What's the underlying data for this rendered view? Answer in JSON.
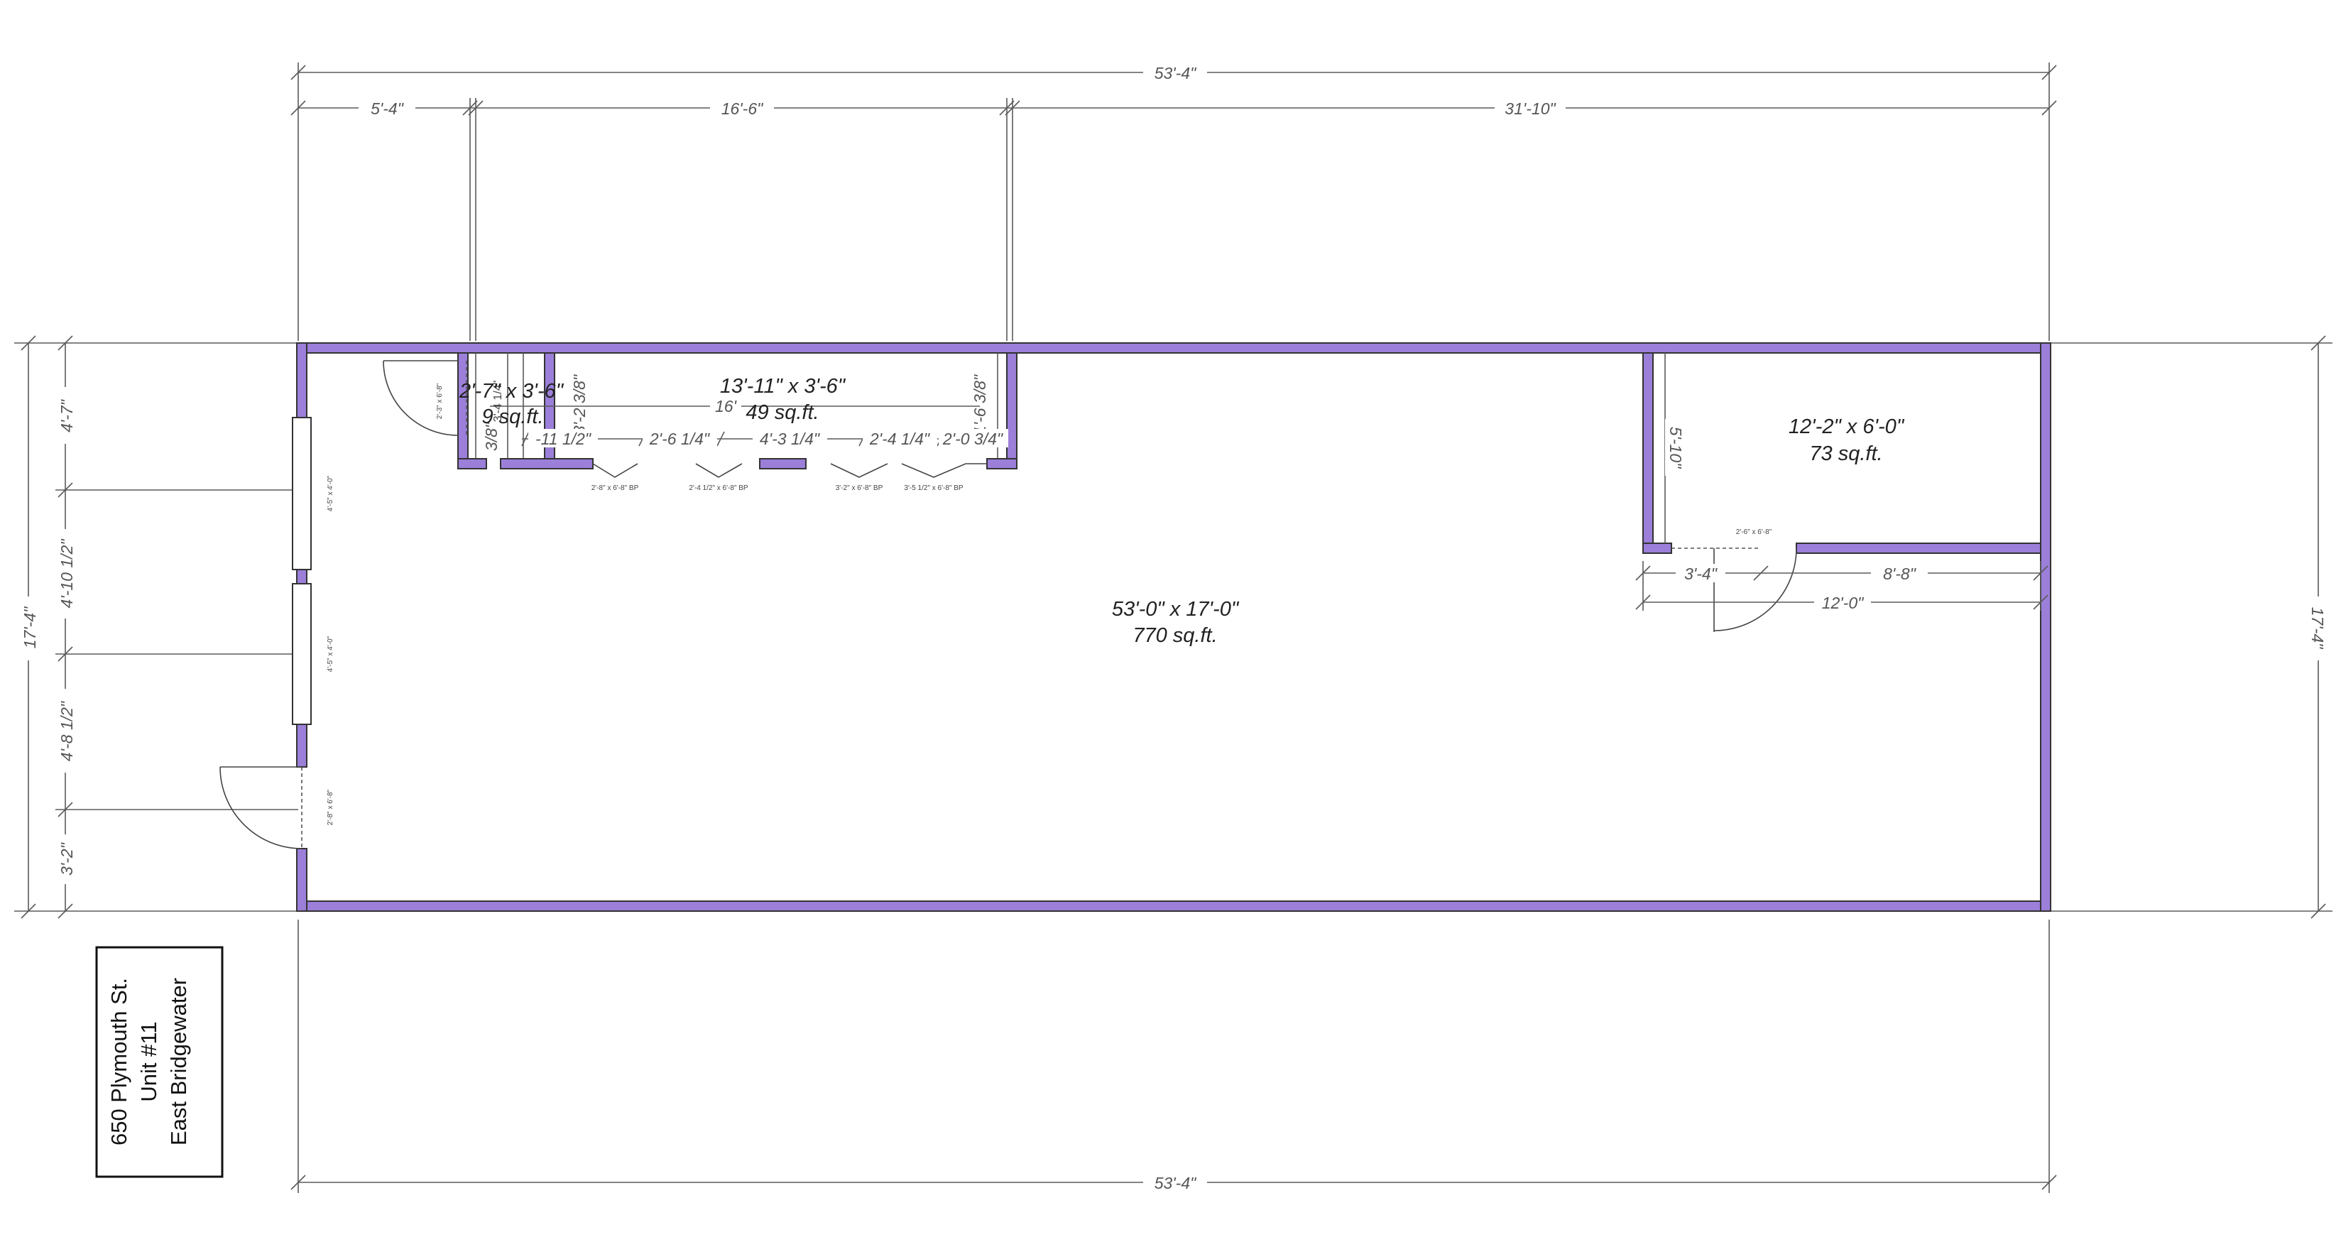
{
  "overall": {
    "width_top": "53'-4\"",
    "width_bottom": "53'-4\"",
    "segments_top": [
      "5'-4\"",
      "16'-6\"",
      "31'-10\""
    ],
    "height_left": "17'-4\"",
    "height_right": "17'-4\"",
    "left_segments": [
      "4'-7\"",
      "4'-10 1/2\"",
      "4'-8 1/2\"",
      "3'-2\""
    ]
  },
  "rooms": {
    "main": {
      "size": "53'-0\" x 17'-0\"",
      "area": "770 sq.ft."
    },
    "office": {
      "size": "12'-2\" x 6'-0\"",
      "area": "73 sq.ft."
    },
    "closet_row": {
      "size": "13'-11\" x 3'-6\"",
      "area": "49 sq.ft."
    },
    "small_closet": {
      "size": "2'-7\" x 3'-6\"",
      "area": "9 sq.ft."
    }
  },
  "closet_dims": {
    "overall_inner": "16'",
    "left_height": "3'-2 3/8\"",
    "right_height": "1'-6 3/8\"",
    "vertical_small": "3'-4 1/4\"",
    "marker": "3/8\"",
    "bottom": [
      "-11 1/2\"",
      "2'-6 1/4\"",
      "4'-3 1/4\"",
      "2'-4 1/4\"",
      "2'-0 3/4\""
    ]
  },
  "office_dims": {
    "height": "5'-10\"",
    "seg_left": "3'-4\"",
    "seg_right": "8'-8\"",
    "width": "12'-0\""
  },
  "openings": {
    "small_closet_door": "2'-3\" x 6'-8\"",
    "window_1": "4'-5\" x 4'-0\"",
    "window_2": "4'-5\" x 4'-0\"",
    "entry_door": "2'-8\" x 6'-8\"",
    "office_door": "2'-6\" x 6'-8\"",
    "bifold_1": "2'-8\" x 6'-8\" BP",
    "bifold_2": "2'-4 1/2\" x 6'-8\" BP",
    "bifold_3": "3'-2\" x 6'-8\" BP",
    "bifold_4": "3'-5 1/2\" x 6'-8\" BP"
  },
  "address": {
    "line1": "650 Plymouth St.",
    "line2": "Unit #11",
    "line3": "East Bridgewater"
  },
  "colors": {
    "wall": "#9b7fd9",
    "line": "#5a5a5a"
  }
}
